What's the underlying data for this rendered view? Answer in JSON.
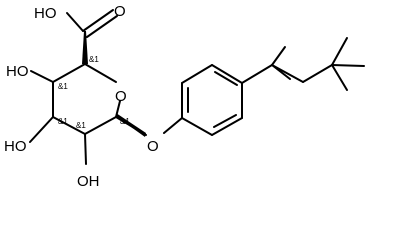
{
  "structure": {
    "atoms": {
      "carboxyl_oh": "HO",
      "carbonyl_o": "O",
      "hydroxyl_c4": "HO",
      "ring_o": "O",
      "hydroxyl_c3": "HO",
      "linker_o": "O",
      "hydroxyl_c2": "OH"
    },
    "stereo_labels": {
      "c5": "&1",
      "c4": "&1",
      "c3": "&1",
      "c2": "&1",
      "c1": "&1"
    }
  }
}
